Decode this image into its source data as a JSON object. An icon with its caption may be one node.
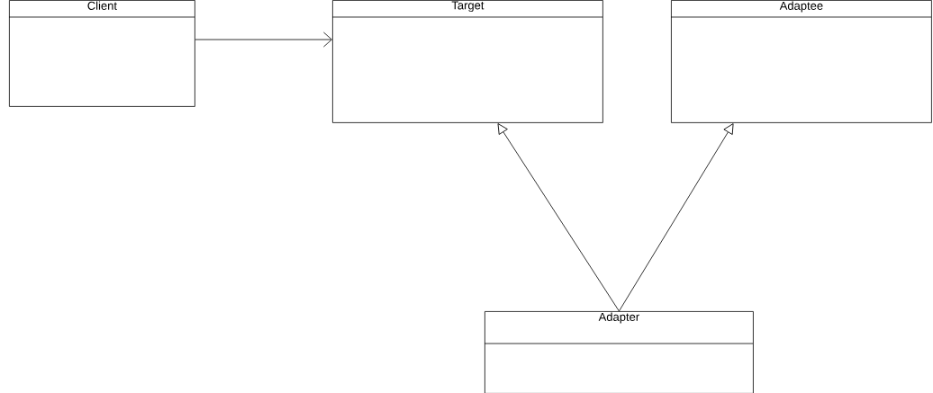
{
  "diagram": {
    "nodes": [
      {
        "text": [
          "Client"
        ]
      },
      {
        "text": [
          "Target"
        ]
      },
      {
        "text": [
          "Adaptee"
        ]
      },
      {
        "text": [
          "Adapter"
        ]
      }
    ],
    "edges": [
      {
        "from": 0,
        "to": 1,
        "arrow": "to"
      },
      {
        "from": 3,
        "to": 1,
        "arrow": "to"
      },
      {
        "from": 3,
        "to": 2,
        "arrow": "to"
      }
    ]
  }
}
